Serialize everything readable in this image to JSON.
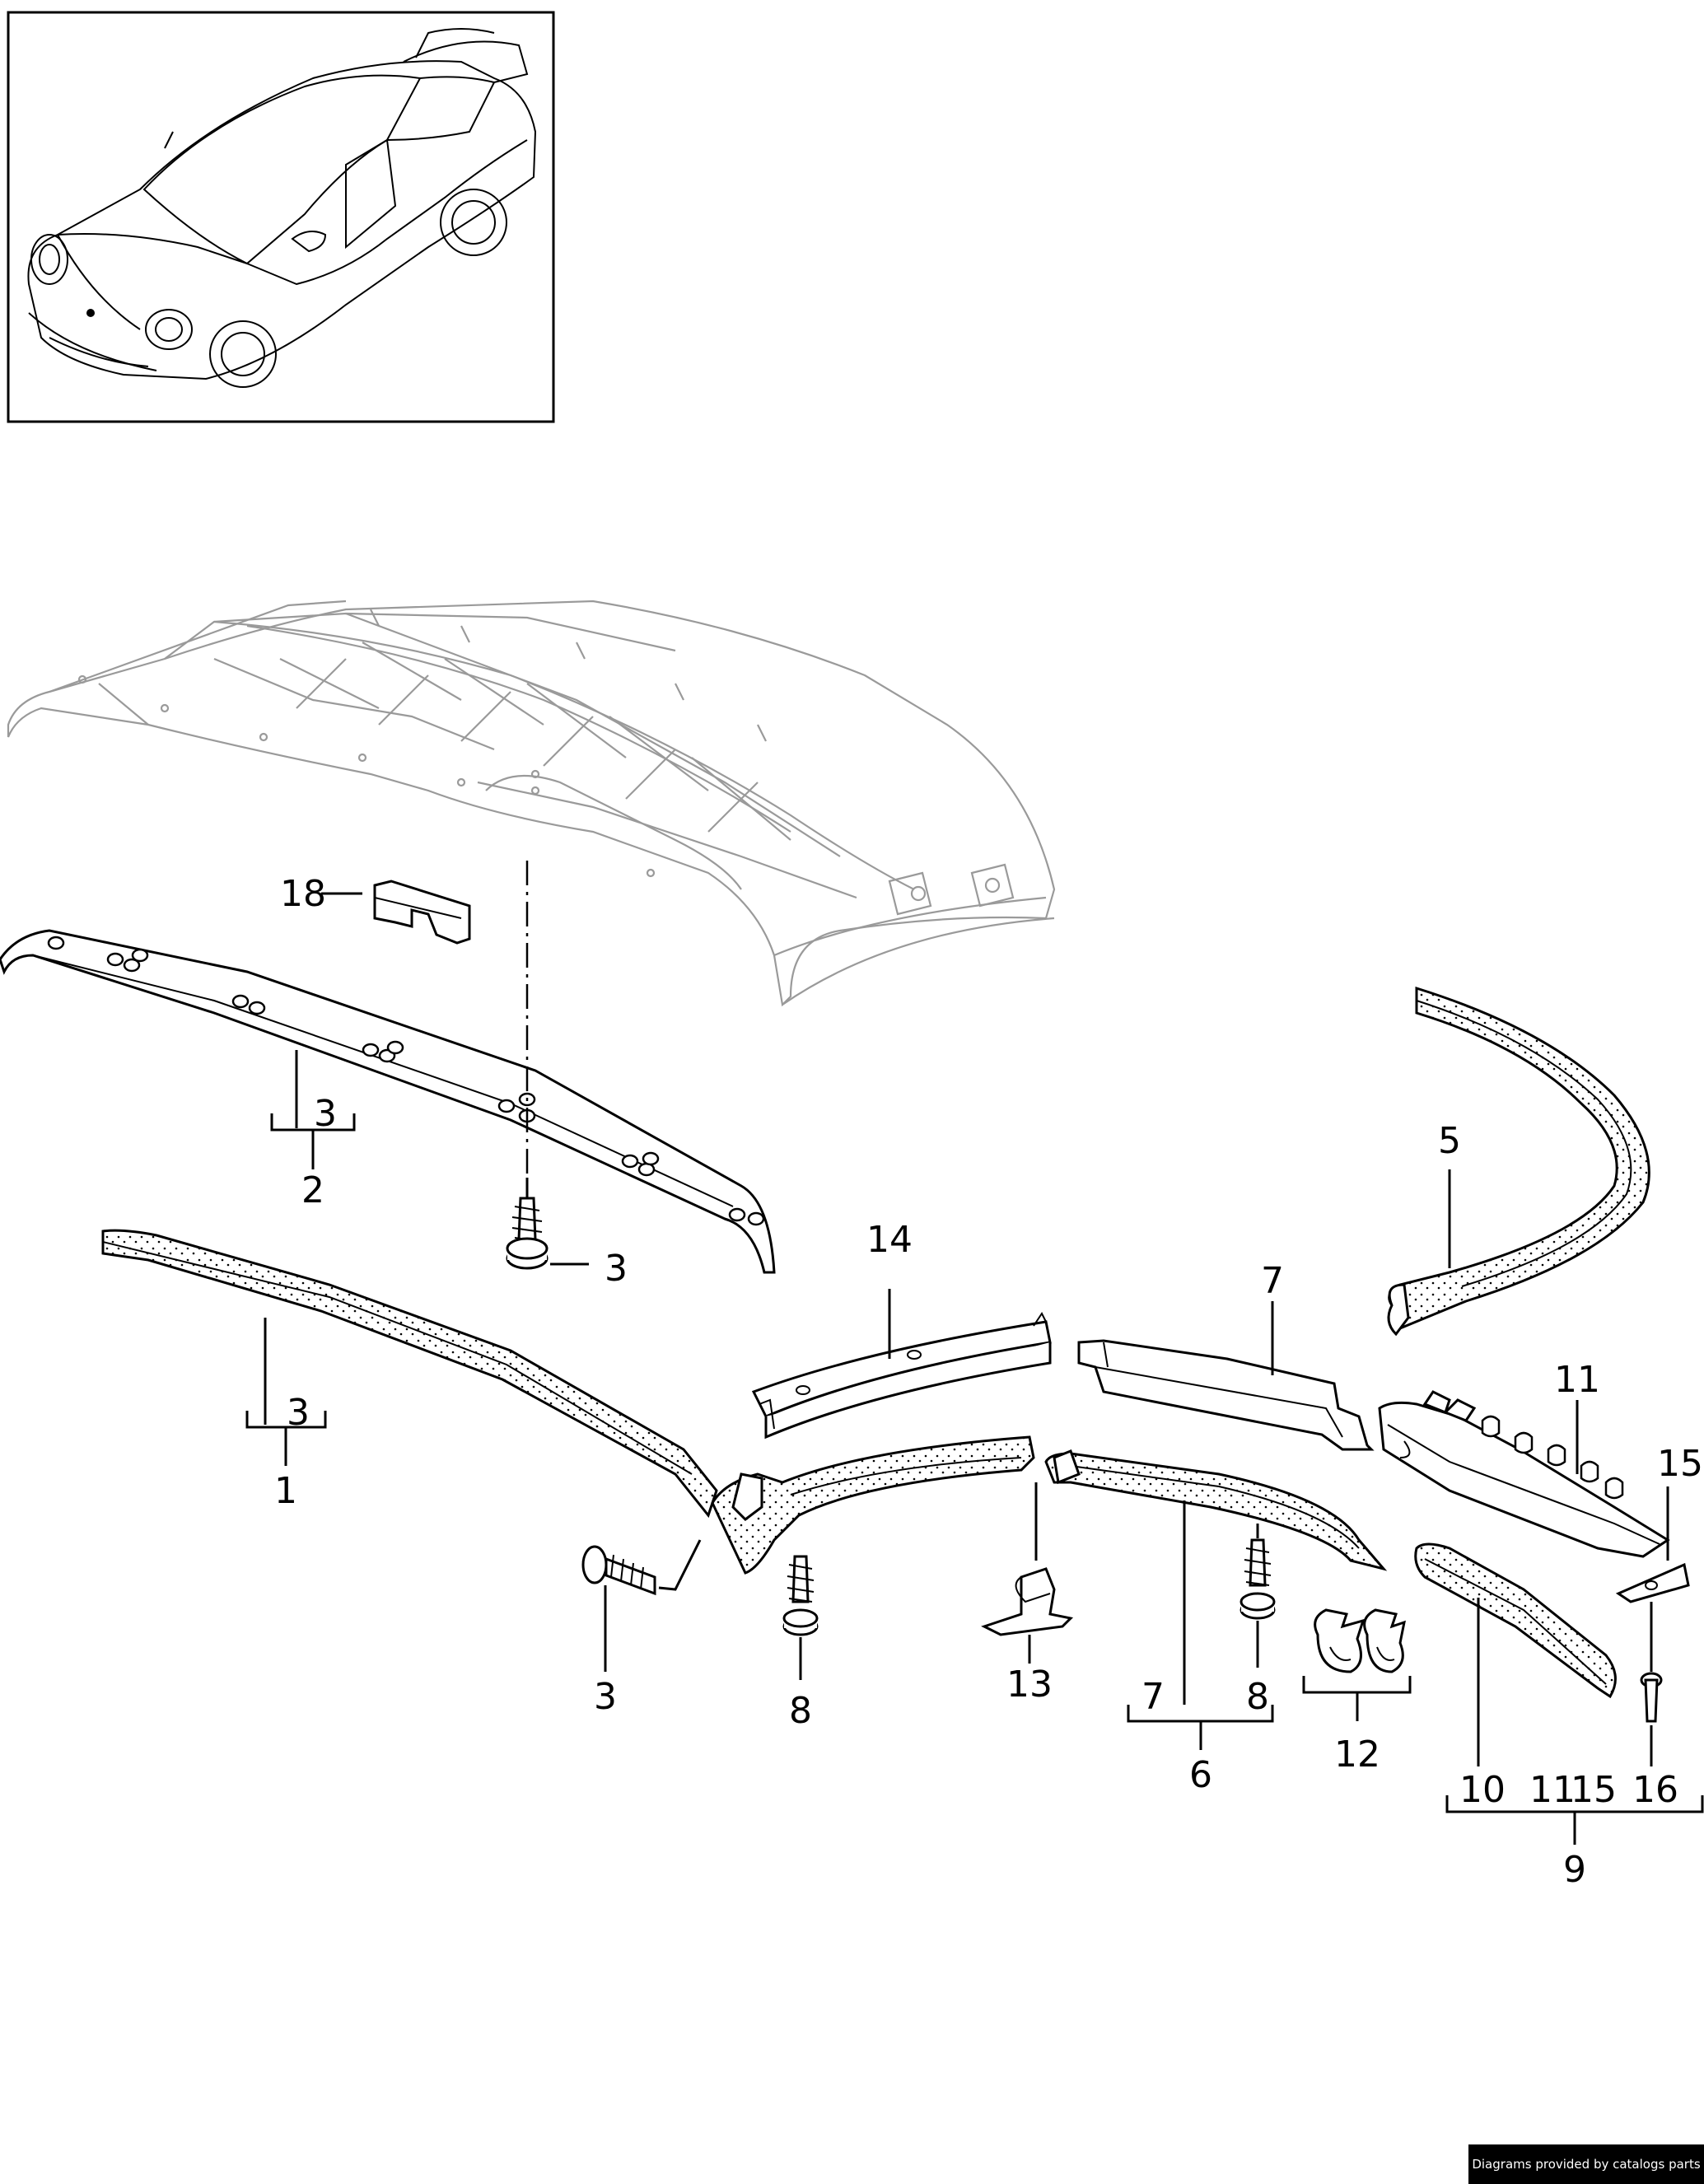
{
  "callouts": {
    "c1": "1",
    "c2": "2",
    "c3_a": "3",
    "c3_b": "3",
    "c3_c": "3",
    "c3_d": "3",
    "c5": "5",
    "c6": "6",
    "c7_a": "7",
    "c7_b": "7",
    "c8_a": "8",
    "c8_b": "8",
    "c9": "9",
    "c10": "10",
    "c11_a": "11",
    "c11_b": "11",
    "c12": "12",
    "c13": "13",
    "c14": "14",
    "c15_a": "15",
    "c15_b": "15",
    "c16": "16",
    "c18": "18"
  },
  "footer": {
    "credit": "Diagrams provided by catalogs parts"
  },
  "icons": {
    "vehicle_thumbnail": "car-thumbnail-icon"
  }
}
